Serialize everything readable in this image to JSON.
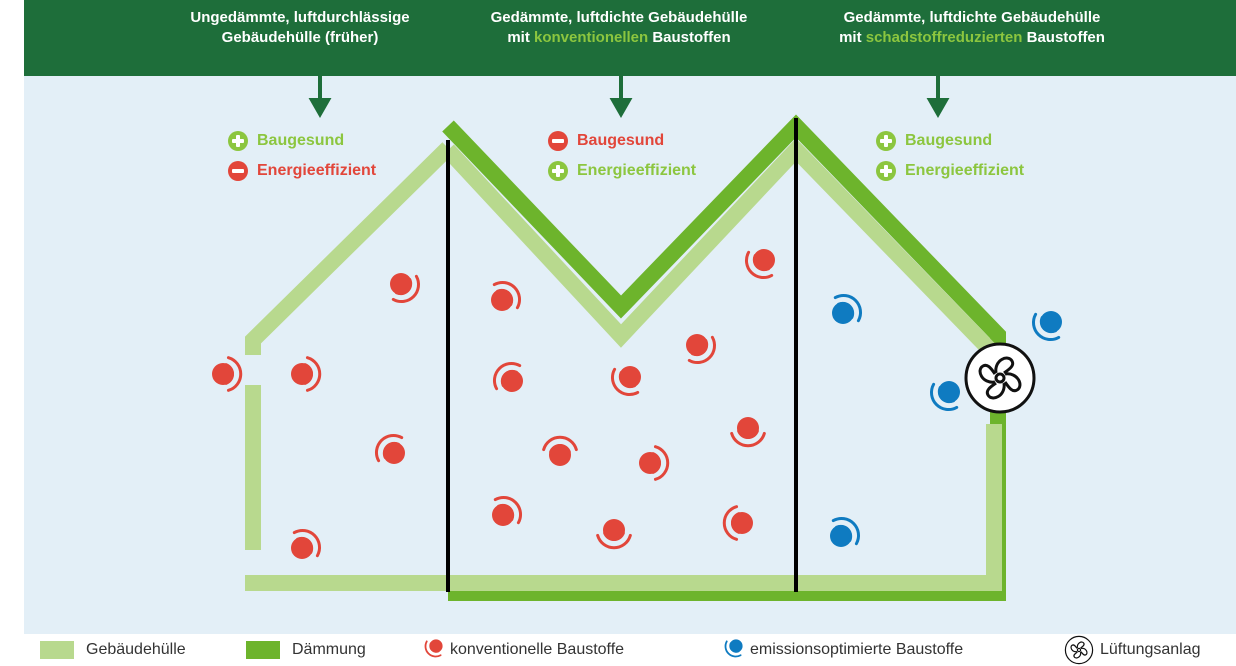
{
  "header": {
    "col1": {
      "line1": "Ungedämmte, luftdurchlässige",
      "line2": "Gebäudehülle (früher)"
    },
    "col2": {
      "line1": "Gedämmte, luftdichte Gebäudehülle",
      "line2_pre": "mit ",
      "line2_highlight": "konventionellen",
      "line2_post": " Baustoffen"
    },
    "col3": {
      "line1": "Gedämmte, luftdichte Gebäudehülle",
      "line2_pre": "mit ",
      "line2_highlight": "schadstoffreduzierten",
      "line2_post": " Baustoffen"
    }
  },
  "columns": [
    {
      "baugesund": {
        "label": "Baugesund",
        "status": "plus"
      },
      "energie": {
        "label": "Energieeffizient",
        "status": "minus"
      }
    },
    {
      "baugesund": {
        "label": "Baugesund",
        "status": "minus"
      },
      "energie": {
        "label": "Energieeffizient",
        "status": "plus"
      }
    },
    {
      "baugesund": {
        "label": "Baugesund",
        "status": "plus"
      },
      "energie": {
        "label": "Energieeffizient",
        "status": "plus"
      }
    }
  ],
  "legend": {
    "huelle": "Gebäudehülle",
    "daemmung": "Dämmung",
    "konventionell": "konventionelle Baustoffe",
    "emissionsoptimiert": "emissionsoptimierte Baustoffe",
    "lueftung": "Lüftungsanlag"
  },
  "colors": {
    "header_bg": "#1e6e3a",
    "huelle": "#b8d98e",
    "daemmung": "#6db42c",
    "konventionell": "#e2463a",
    "emissionsoptimiert": "#0f7bc1",
    "background": "#e3eff7"
  },
  "icons": {
    "plus": "plus-circle-icon",
    "minus": "minus-circle-icon",
    "konventionell": "emission-red-icon",
    "emissionsoptimiert": "emission-blue-icon",
    "lueftung": "fan-icon"
  }
}
